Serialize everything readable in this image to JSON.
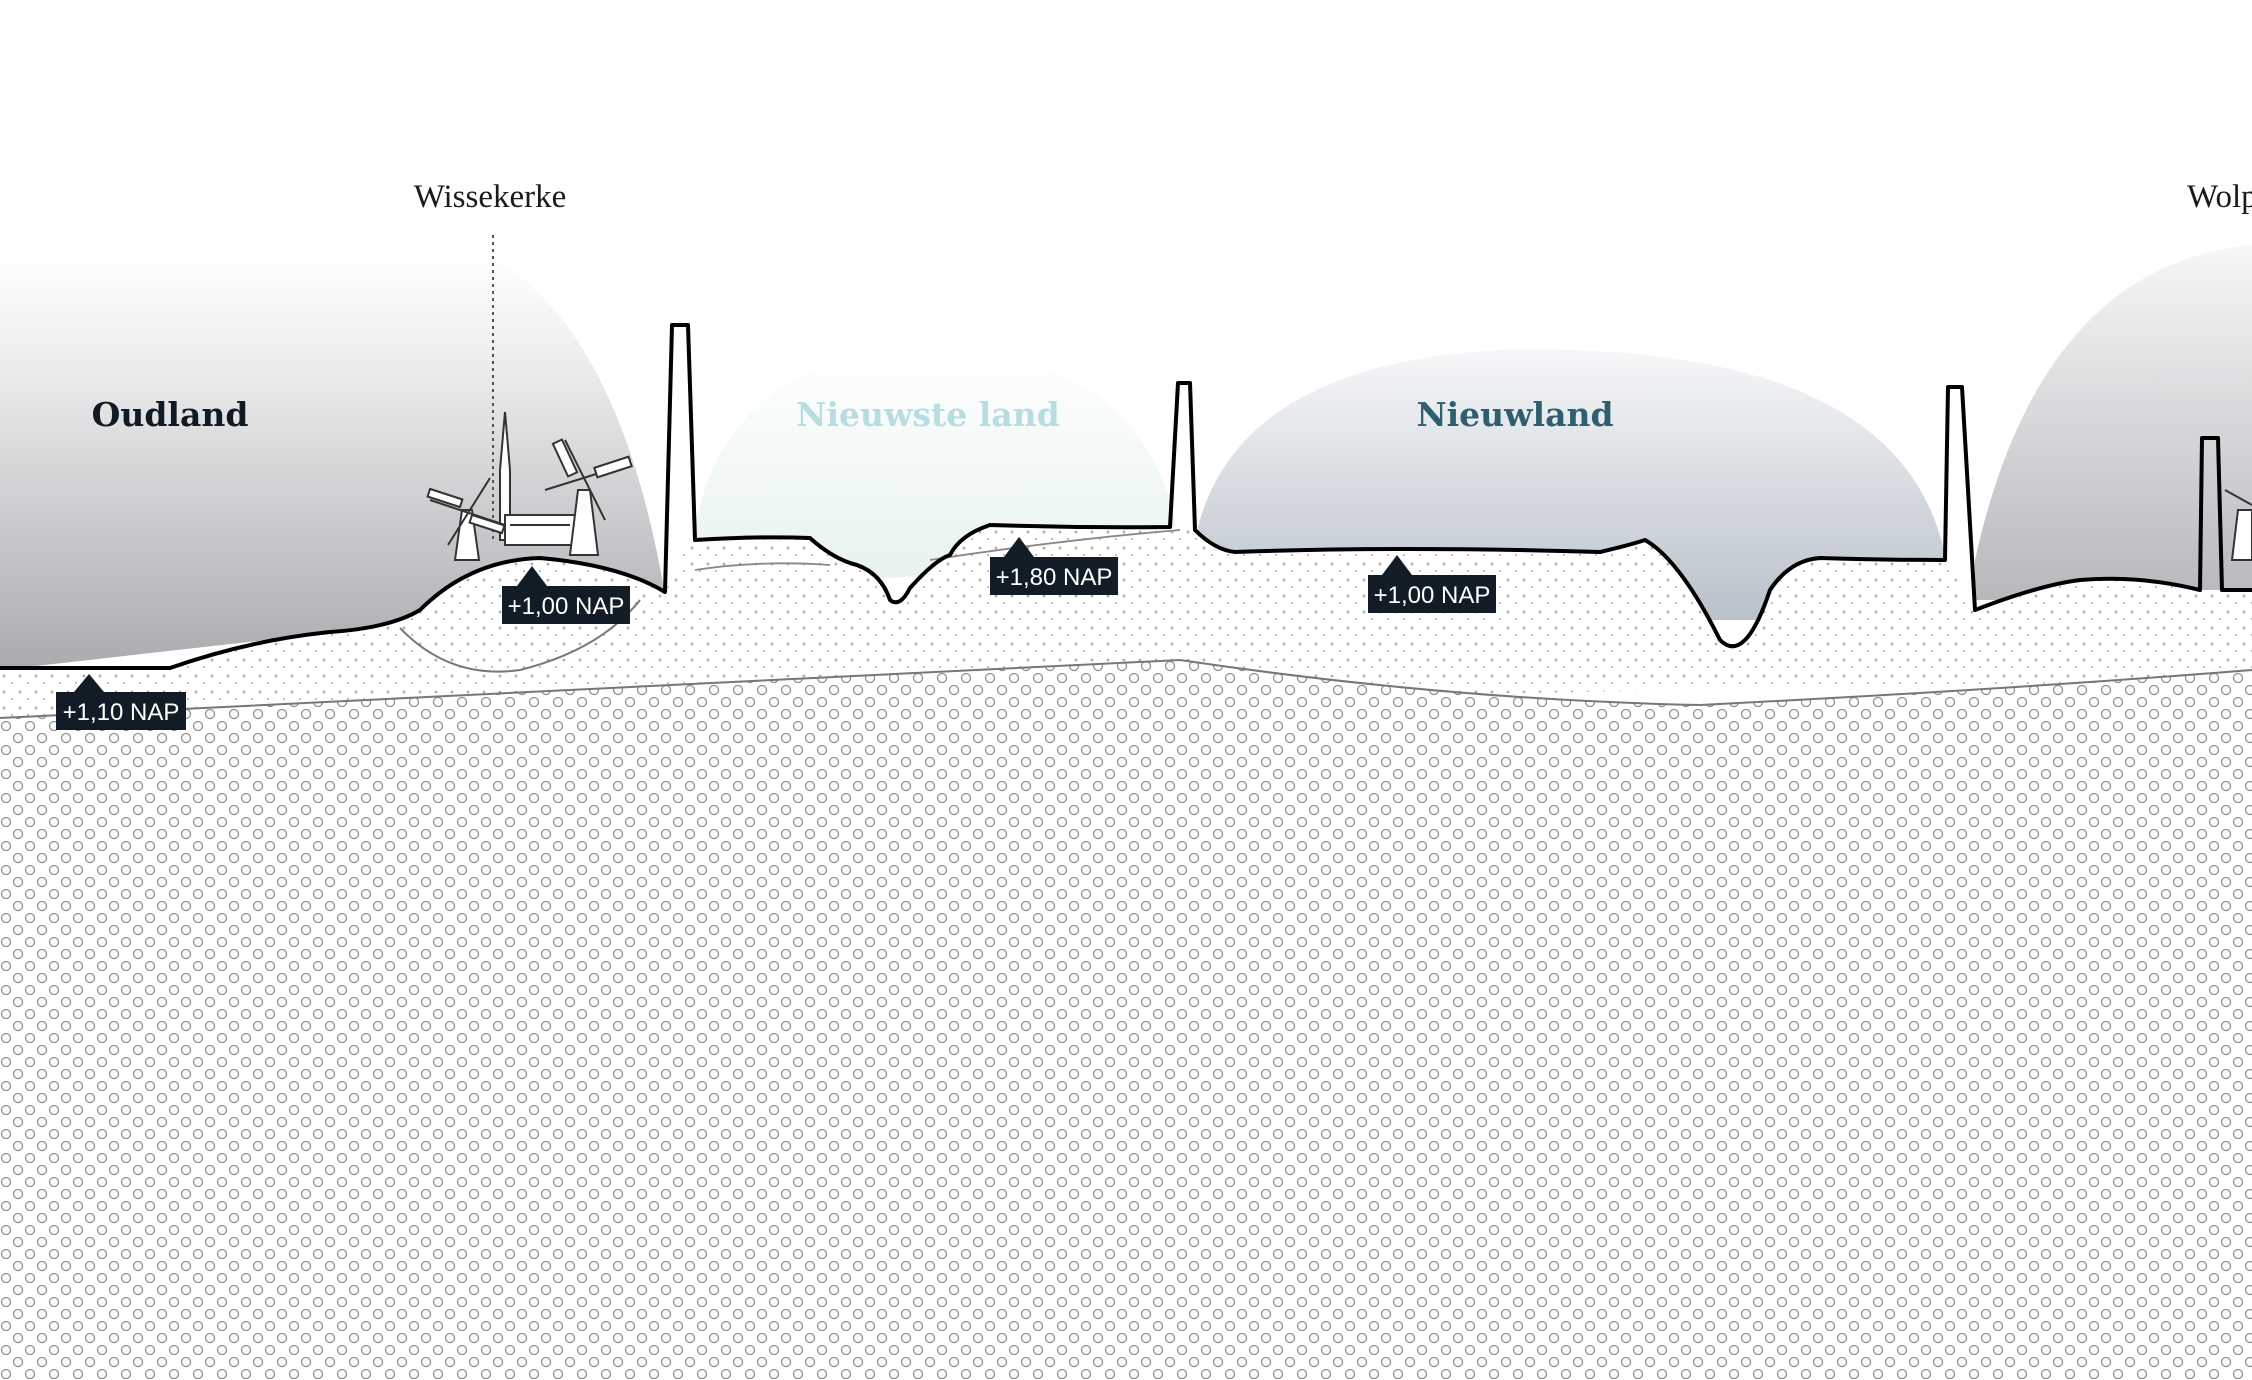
{
  "towns": {
    "left": "Wissekerke",
    "right": "Wolp"
  },
  "regions": {
    "oudland": {
      "label": "Oudland",
      "color": "#0f1a24"
    },
    "nieuwste_land": {
      "label": "Nieuwste land",
      "color": "#b7dde0"
    },
    "nieuwland": {
      "label": "Nieuwland",
      "color": "#2f5f6f"
    }
  },
  "elevations": [
    {
      "label": "+1,10 NAP"
    },
    {
      "label": "+1,00 NAP"
    },
    {
      "label": "+1,80 NAP"
    },
    {
      "label": "+1,00 NAP"
    }
  ],
  "colors": {
    "badge": "#121c26",
    "sky_dark": "#a9abaf",
    "ground_line": "#000000",
    "soil_dots": "#8a8a8a"
  }
}
